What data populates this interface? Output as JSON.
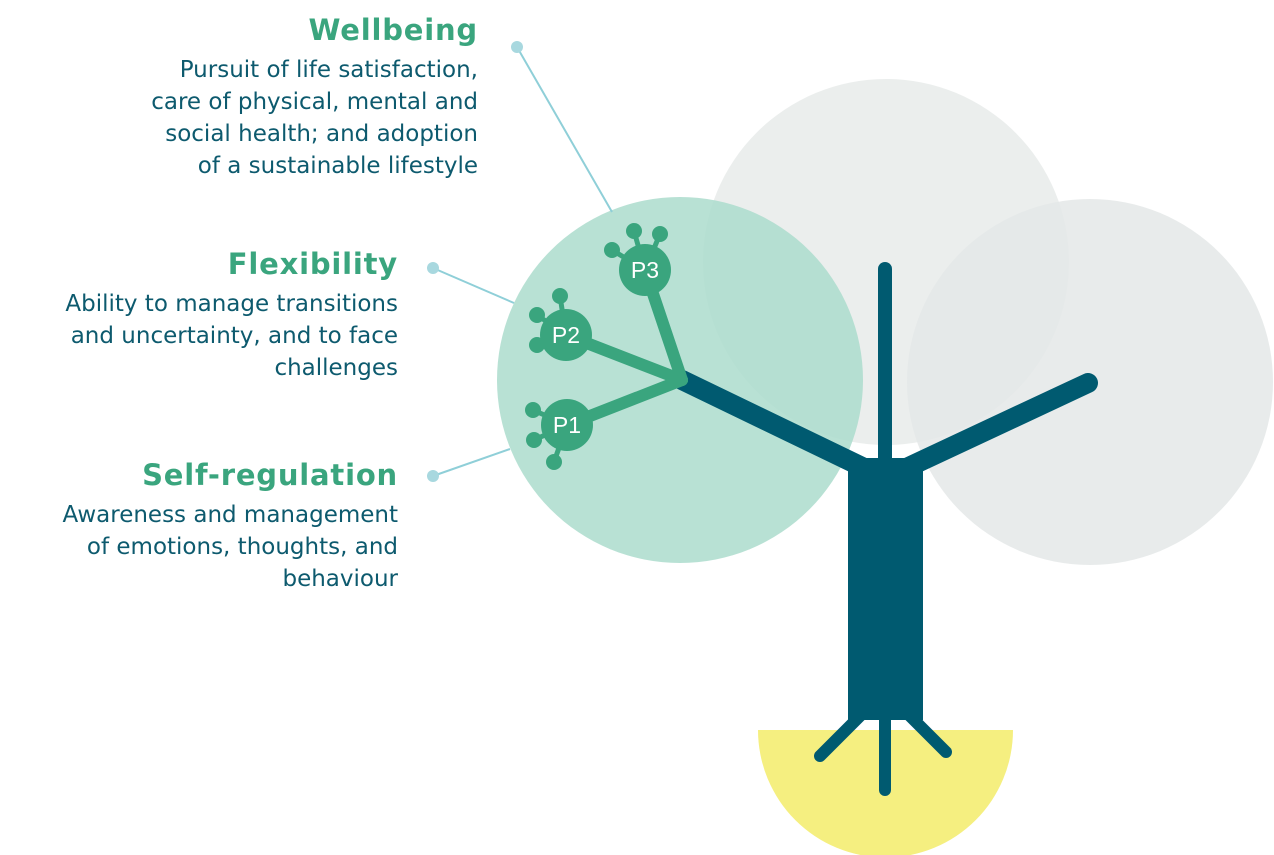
{
  "pillars": [
    {
      "id": "wellbeing",
      "title": "Wellbeing",
      "lines": [
        "Pursuit of life satisfaction,",
        "care of physical, mental and",
        "social health; and adoption",
        "of a sustainable lifestyle"
      ]
    },
    {
      "id": "flexibility",
      "title": "Flexibility",
      "lines": [
        "Ability to manage transitions",
        "and uncertainty, and to face",
        "challenges"
      ]
    },
    {
      "id": "selfreg",
      "title": "Self-regulation",
      "lines": [
        "Awareness and management",
        "of emotions, thoughts, and",
        "behaviour"
      ]
    }
  ],
  "nodes": {
    "p1": "P1",
    "p2": "P2",
    "p3": "P3"
  },
  "colors": {
    "accent_green": "#3aa57e",
    "dark_teal": "#005a70",
    "light_green": "#acdccc",
    "grey_circle": "#e8ebea",
    "yellow": "#f5ef80",
    "text_teal": "#0d5a6e",
    "connector": "#8fcfd8"
  }
}
